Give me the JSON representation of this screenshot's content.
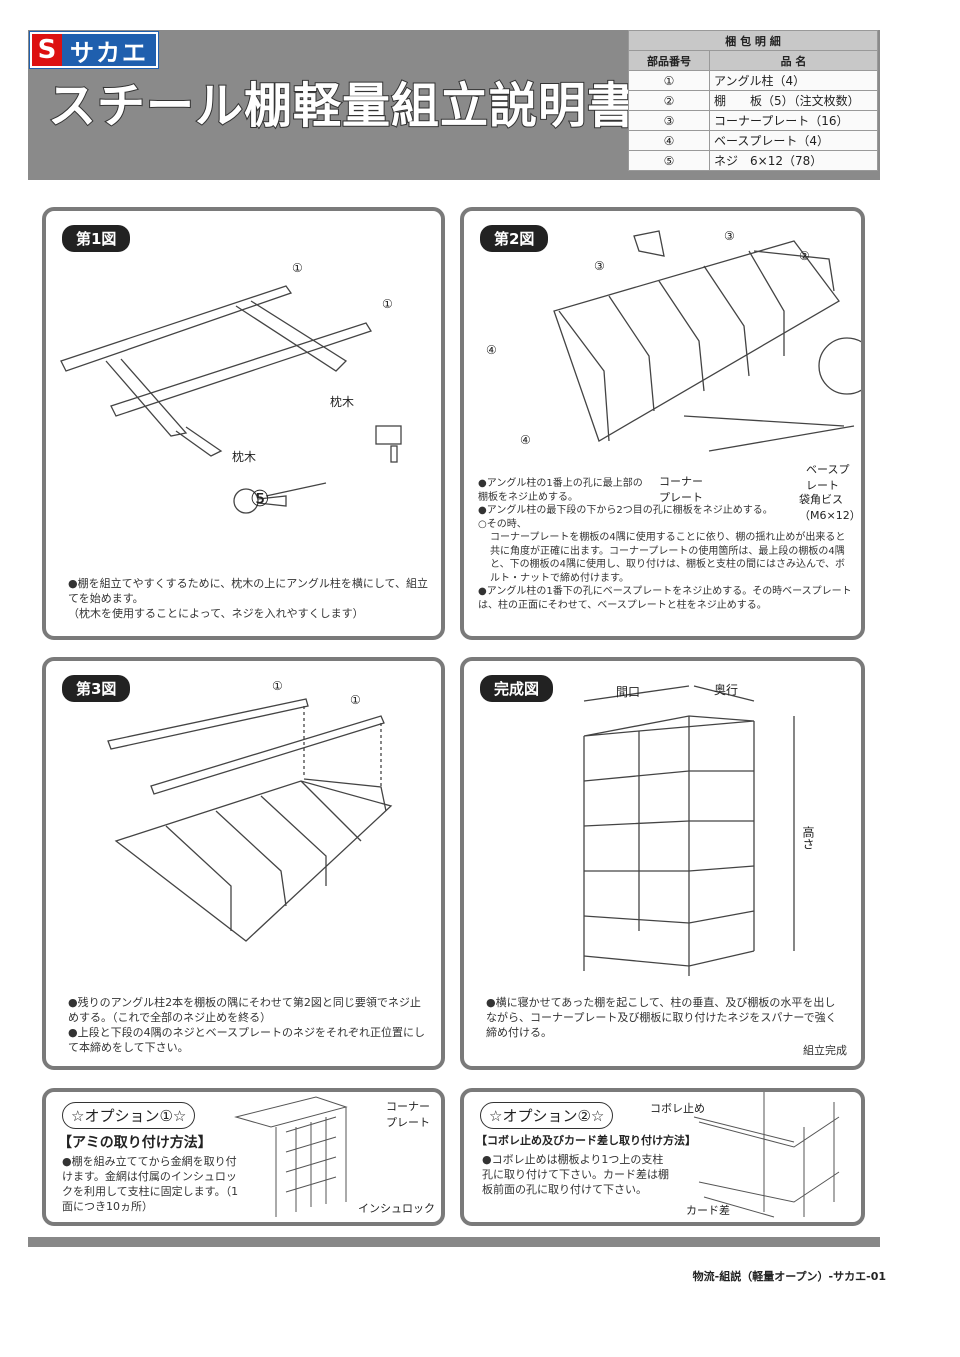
{
  "header": {
    "brand_mark": "S",
    "brand": "サカエ",
    "title": "スチール棚軽量組立説明書"
  },
  "parts_table": {
    "title": "梱 包 明 細",
    "headers": [
      "部品番号",
      "品 名"
    ],
    "rows": [
      [
        "①",
        "アングル柱（4）"
      ],
      [
        "②",
        "棚　　板（5）（注文枚数）"
      ],
      [
        "③",
        "コーナープレート（16）"
      ],
      [
        "④",
        "ベースプレート（4）"
      ],
      [
        "⑤",
        "ネジ　6×12（78）"
      ]
    ]
  },
  "fig1": {
    "badge": "第1図",
    "labels": [
      "①",
      "①",
      "枕木",
      "枕木",
      "⑤"
    ],
    "notes": [
      "●棚を組立てやすくするために、枕木の上にアングル柱を横にして、組立てを始めます。",
      "（枕木を使用することによって、ネジを入れやすくします）"
    ]
  },
  "fig2": {
    "badge": "第2図",
    "labels": [
      "③",
      "③",
      "②",
      "④",
      "④",
      "コーナープレート",
      "ベースプレート",
      "袋角ビス（M6×12）"
    ],
    "notes": [
      "●アングル柱の1番上の孔に最上部の棚板をネジ止めする。",
      "●アングル柱の最下段の下から2つ目の孔に棚板をネジ止めする。",
      "○その時、",
      "コーナープレートを棚板の4隅に使用することに依り、棚の揺れ止めが出来ると共に角度が正確に出ます。コーナープレートの使用箇所は、最上段の棚板の4隅と、下の棚板の4隅に使用し、取り付けは、棚板と支柱の間にはさみ込んで、ボルト・ナットで締め付けます。",
      "●アングル柱の1番下の孔にベースプレートをネジ止めする。その時ベースプレートは、柱の正面にそわせて、ベースプレートと柱をネジ止めする。"
    ]
  },
  "fig3": {
    "badge": "第3図",
    "labels": [
      "①",
      "①"
    ],
    "notes": [
      "●残りのアングル柱2本を棚板の隅にそわせて第2図と同じ要領でネジ止めする。（これで全部のネジ止めを終る）",
      "●上段と下段の4隅のネジとベースプレートのネジをそれぞれ正位置にして本締めをして下さい。"
    ]
  },
  "fig4": {
    "badge": "完成図",
    "labels": [
      "間口",
      "奥行",
      "高さ"
    ],
    "notes": [
      "●横に寝かせてあった棚を起こして、柱の垂直、及び棚板の水平を出しながら、コーナープレート及び棚板に取り付けたネジをスパナーで強く締め付ける。"
    ],
    "done": "組立完成"
  },
  "option1": {
    "title": "☆オプション①☆",
    "subtitle": "【アミの取り付け方法】",
    "note": "●棚を組み立ててから金網を取り付けます。金網は付属のインシュロックを利用して支柱に固定します。（1面につき10ヵ所）",
    "labels": [
      "コーナープレート",
      "インシュロック"
    ]
  },
  "option2": {
    "title": "☆オプション②☆",
    "subtitle": "【コボレ止め及びカード差し取り付け方法】",
    "note": "●コボレ止めは棚板より1つ上の支柱孔に取り付けて下さい。カード差は棚板前面の孔に取り付けて下さい。",
    "labels": [
      "コボレ止め",
      "カード差"
    ]
  },
  "footer": "物流-組説（軽量オープン）-サカエ-01"
}
